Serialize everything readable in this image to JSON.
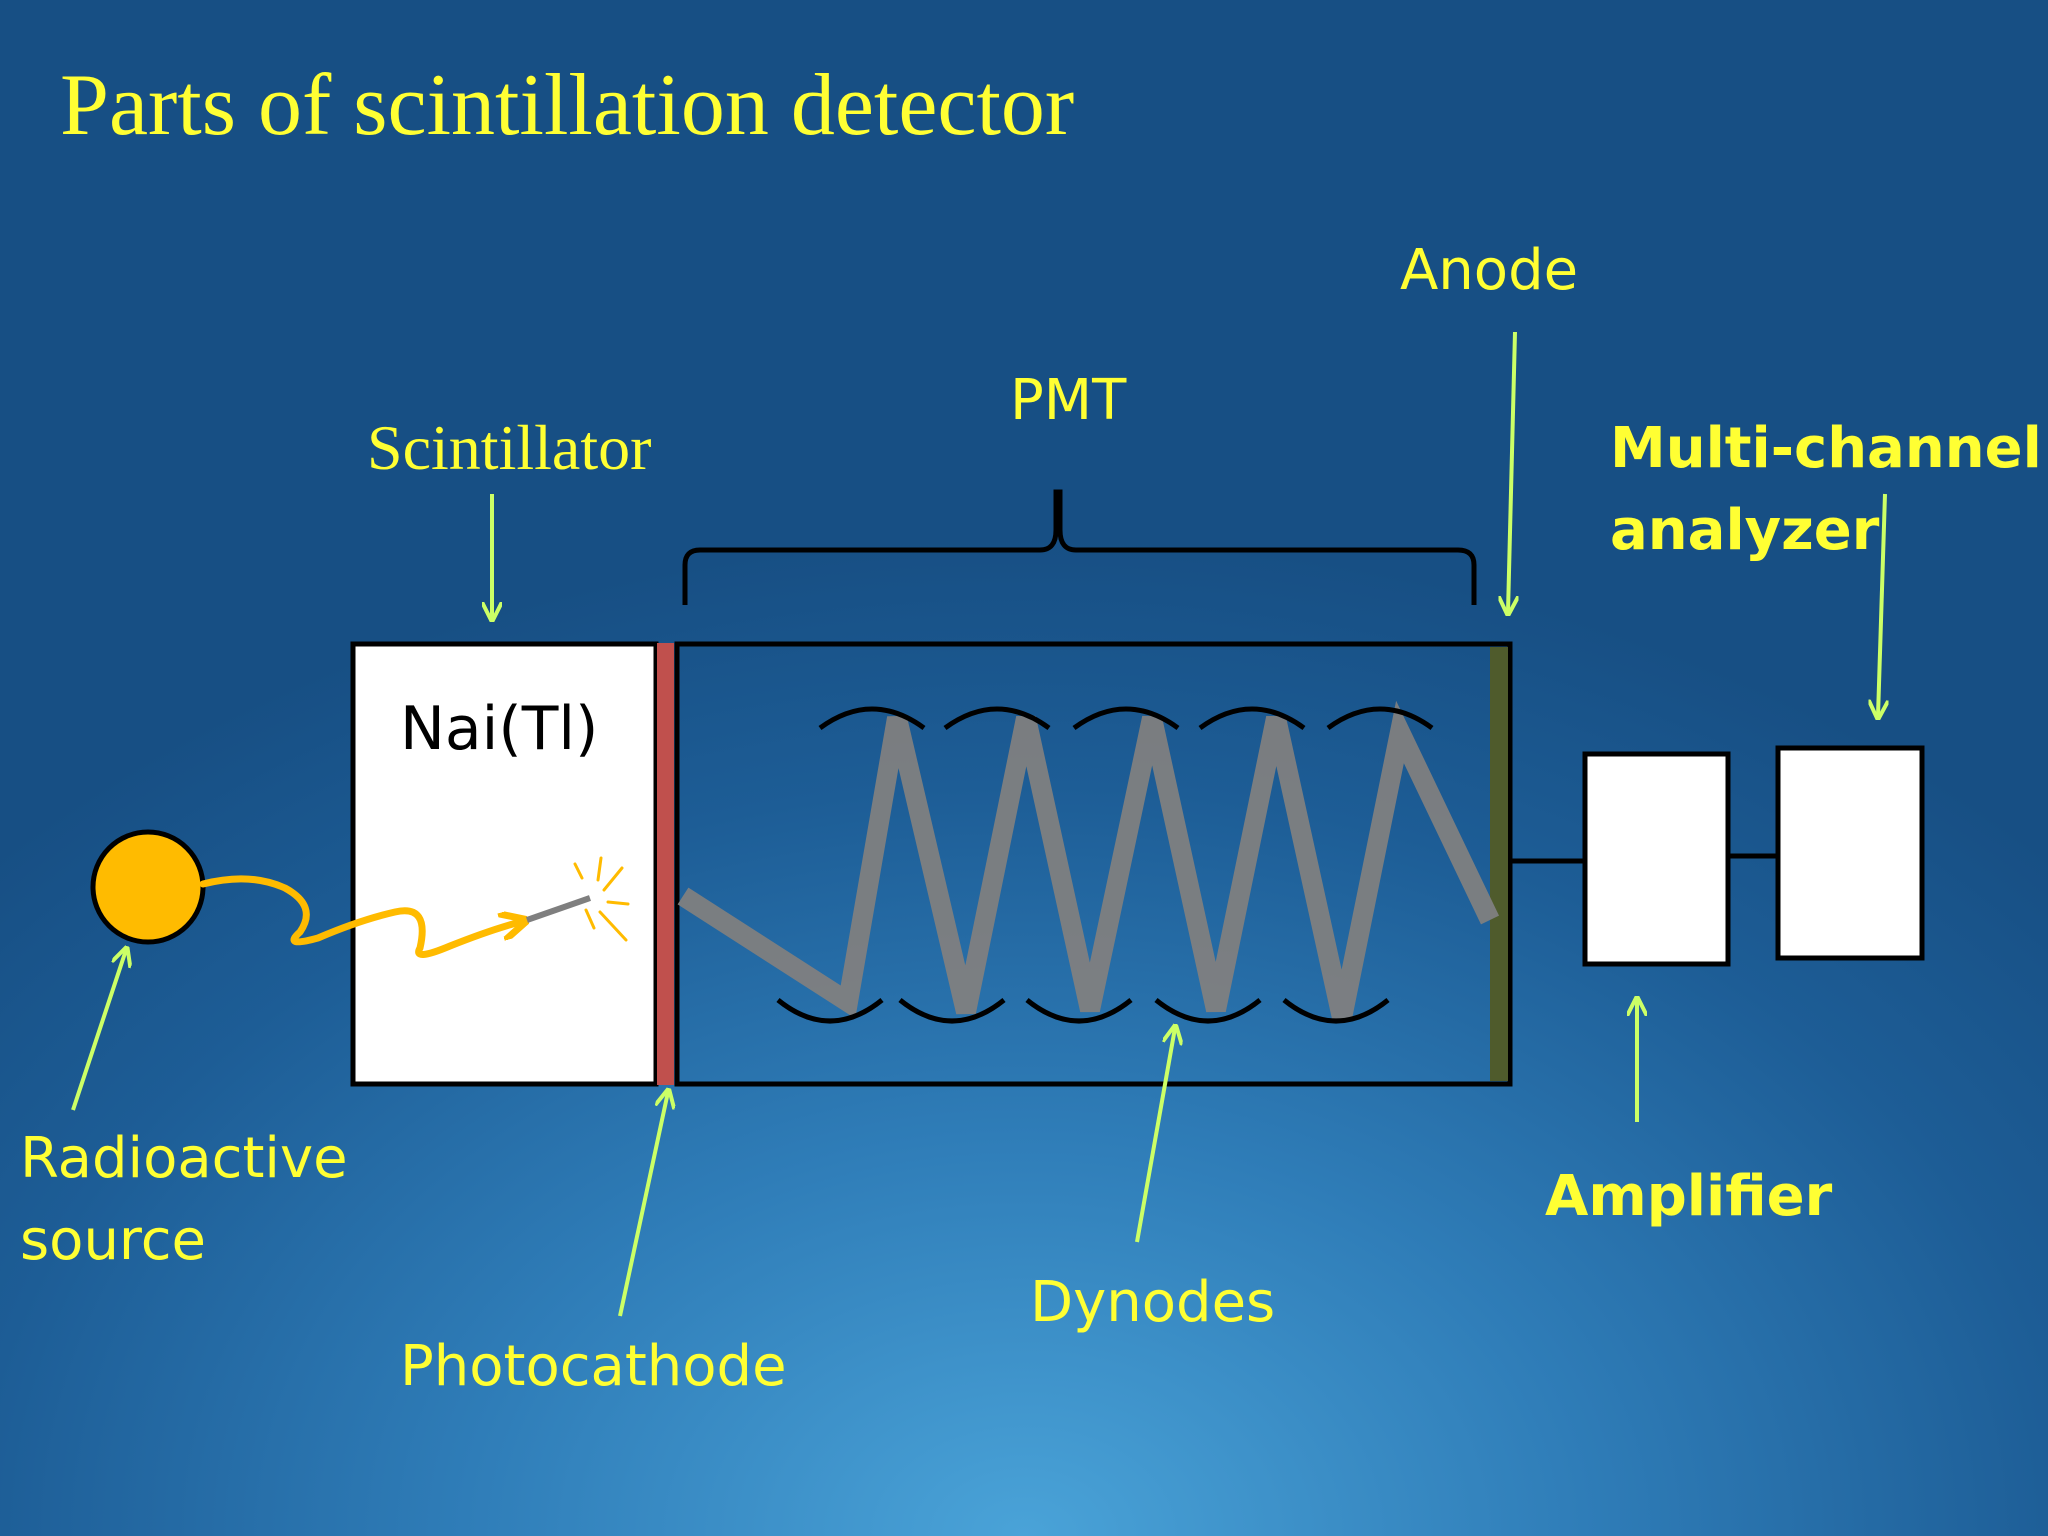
{
  "title": "Parts of scintillation detector",
  "labels": {
    "scintillator": "Scintillator",
    "pmt": "PMT",
    "anode": "Anode",
    "mca_line1": "Multi-channel",
    "mca_line2": "analyzer",
    "radioactive_line1": "Radioactive",
    "radioactive_line2": "source",
    "photocathode": "Photocathode",
    "dynodes": "Dynodes",
    "amplifier": "Amplifier",
    "crystal": "Nai(Tl)"
  },
  "colors": {
    "label": "#ffff33",
    "arrow": "#ccff66",
    "source": "#ffbb00",
    "photocathode": "#c0504d",
    "anode": "#4f5b2c",
    "electron_path": "#808080"
  }
}
